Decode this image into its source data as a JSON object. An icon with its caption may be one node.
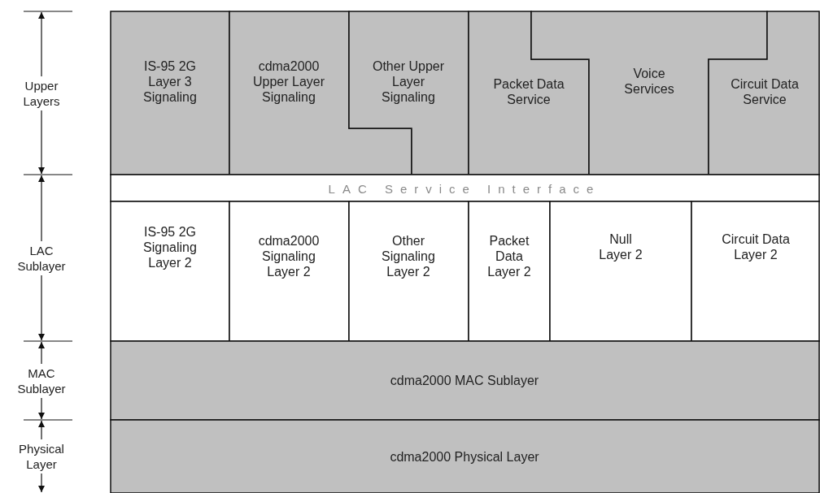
{
  "diagram": {
    "nodes": [
      {
        "text": [
          "IS-95 2G Layer 3 Signaling"
        ]
      },
      {
        "text": [
          "cdma2000 Upper Layer Signaling"
        ]
      },
      {
        "text": [
          "Other Upper Layer Signaling"
        ]
      },
      {
        "text": [
          "Packet Data Service"
        ]
      },
      {
        "text": [
          "Voice Services"
        ]
      },
      {
        "text": [
          "Circuit Data Service"
        ]
      },
      {
        "text": [
          "LAC Service Interface"
        ]
      },
      {
        "text": [
          "IS-95 2G Signaling Layer 2"
        ]
      },
      {
        "text": [
          "cdma2000 Signaling Layer 2"
        ]
      },
      {
        "text": [
          "Other Signaling Layer 2"
        ]
      },
      {
        "text": [
          "Packet Data Layer 2"
        ]
      },
      {
        "text": [
          "Null Layer 2"
        ]
      },
      {
        "text": [
          "Circuit Data Layer 2"
        ]
      },
      {
        "text": [
          "cdma2000 MAC Sublayer"
        ]
      },
      {
        "text": [
          "cdma2000 Physical Layer"
        ]
      }
    ],
    "labels": [
      "Upper Layers",
      "LAC Sublayer",
      "MAC Sublayer",
      "Physical Layer"
    ]
  }
}
